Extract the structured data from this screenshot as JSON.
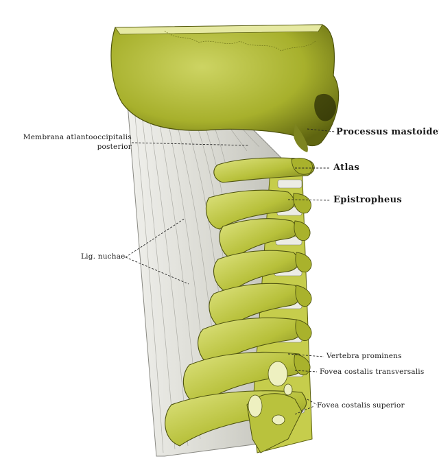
{
  "labels": {
    "processus_mastoideus": "Processus mastoideus",
    "membrana_line1": "Membrana atlantooccipitalis",
    "membrana_line2": "posterior",
    "atlas": "Atlas",
    "epistropheus": "Epistropheus",
    "lig_nuchae": "Lig. nuchae",
    "vertebra_prominens": "Vertebra prominens",
    "fovea_transversalis": "Fovea costalis transversalis",
    "fovea_superior": "Fovea costalis superior"
  },
  "colors": {
    "bone_light": "#d6dc72",
    "bone": "#b4bd36",
    "bone_dark": "#6e7414",
    "ligament": "#e2e2dc",
    "ligament_shadow": "#9a9a94",
    "disc": "#efefe8",
    "background": "#ffffff"
  }
}
